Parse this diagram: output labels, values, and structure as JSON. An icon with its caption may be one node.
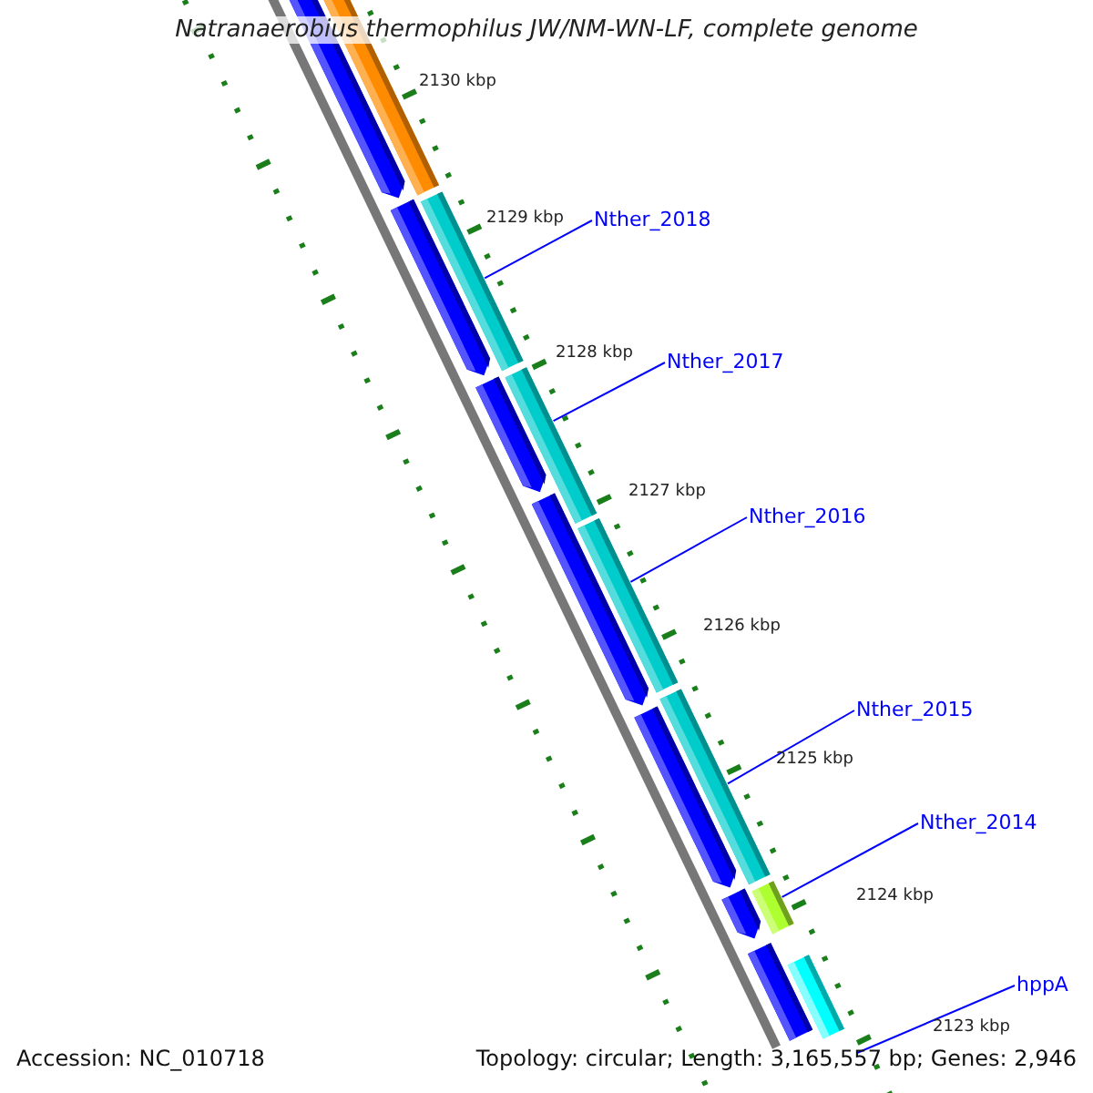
{
  "diagram": {
    "title": "Natranaerobius thermophilus JW/NM-WN-LF, complete genome",
    "nodes": [
      {
        "text": [
          "Nther_2018"
        ]
      },
      {
        "text": [],
        "shape": "bar"
      },
      {
        "text": [
          "Nther_2017"
        ]
      },
      {
        "text": [],
        "shape": "bar"
      },
      {
        "text": [
          "Nther_2016"
        ]
      },
      {
        "text": [],
        "shape": "bar"
      },
      {
        "text": [
          "Nther_2015"
        ]
      },
      {
        "text": [],
        "shape": "bar"
      },
      {
        "text": [
          "Nther_2014"
        ]
      },
      {
        "text": [],
        "shape": "bar"
      },
      {
        "text": [
          "hppA"
        ]
      },
      {
        "text": [],
        "shape": "bar"
      }
    ],
    "edges": [
      {
        "from": 0,
        "to": 1,
        "arrow": "none"
      },
      {
        "from": 2,
        "to": 3,
        "arrow": "none"
      },
      {
        "from": 4,
        "to": 5,
        "arrow": "none"
      },
      {
        "from": 6,
        "to": 7,
        "arrow": "none"
      },
      {
        "from": 8,
        "to": 9,
        "arrow": "none"
      },
      {
        "from": 10,
        "to": 11,
        "arrow": "none"
      }
    ],
    "labels": [
      "2130 kbp",
      "2129 kbp",
      "2128 kbp",
      "2127 kbp",
      "2126 kbp",
      "2125 kbp",
      "2124 kbp",
      "2123 kbp",
      "Accession: NC_010718",
      "Topology: circular; Length: 3,165,557 bp; Genes: 2,946"
    ]
  }
}
